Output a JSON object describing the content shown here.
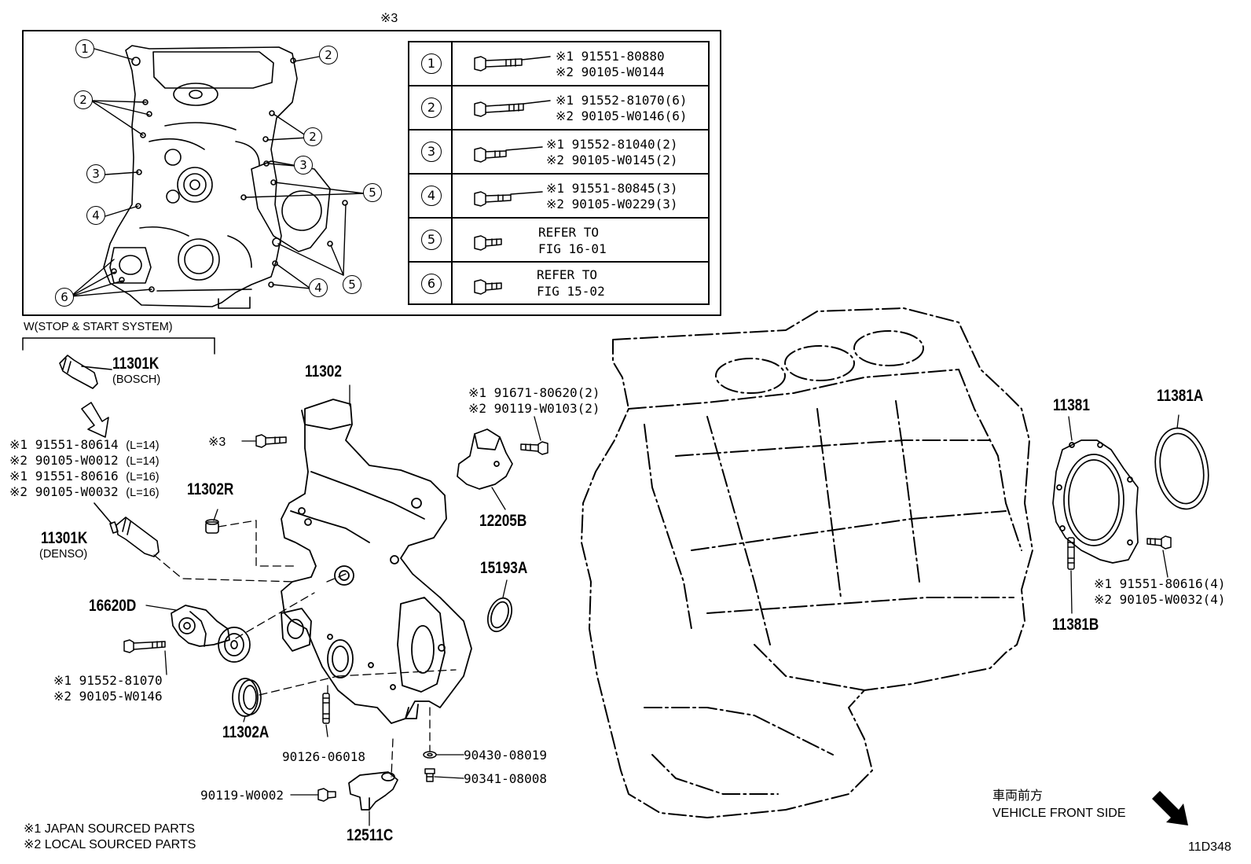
{
  "header_mark": "※3",
  "inset_callouts": [
    "1",
    "2",
    "2",
    "2",
    "3",
    "3",
    "4",
    "4",
    "5",
    "5",
    "6"
  ],
  "table": {
    "rows": [
      {
        "num": "1",
        "line1": "※1 91551-80880",
        "line2": "※2 90105-W0144"
      },
      {
        "num": "2",
        "line1": "※1 91552-81070(6)",
        "line2": "※2 90105-W0146(6)"
      },
      {
        "num": "3",
        "line1": "※1 91552-81040(2)",
        "line2": "※2 90105-W0145(2)"
      },
      {
        "num": "4",
        "line1": "※1 91551-80845(3)",
        "line2": "※2 90105-W0229(3)"
      },
      {
        "num": "5",
        "line1": "REFER TO",
        "line2": "FIG 16-01"
      },
      {
        "num": "6",
        "line1": "REFER TO",
        "line2": "FIG 15-02"
      }
    ]
  },
  "stop_start": {
    "title": "W(STOP & START SYSTEM)",
    "bosch_pn": "11301K",
    "bosch_maker": "(BOSCH)",
    "bolts": [
      {
        "mark": "※1",
        "pn": "91551-80614",
        "len": "(L=14)"
      },
      {
        "mark": "※2",
        "pn": "90105-W0012",
        "len": "(L=14)"
      },
      {
        "mark": "※1",
        "pn": "91551-80616",
        "len": "(L=16)"
      },
      {
        "mark": "※2",
        "pn": "90105-W0032",
        "len": "(L=16)"
      }
    ],
    "denso_pn": "11301K",
    "denso_maker": "(DENSO)"
  },
  "parts": {
    "p11302": "11302",
    "p11302R": "11302R",
    "p16620D": "16620D",
    "p11302A": "11302A",
    "p90126": "90126-06018",
    "p90119": "90119-W0002",
    "p12511C": "12511C",
    "p90430": "90430-08019",
    "p90341": "90341-08008",
    "p12205B": "12205B",
    "p15193A": "15193A",
    "p11381": "11381",
    "p11381A": "11381A",
    "p11381B": "11381B",
    "mark3": "※3",
    "bolt_12205B_1": "※1 91671-80620(2)",
    "bolt_12205B_2": "※2 90119-W0103(2)",
    "bolt_16620D_1": "※1 91552-81070",
    "bolt_16620D_2": "※2 90105-W0146",
    "bolt_11381_1": "※1 91551-80616(4)",
    "bolt_11381_2": "※2 90105-W0032(4)"
  },
  "legend": {
    "japan": "※1  JAPAN SOURCED PARTS",
    "local": "※2  LOCAL SOURCED PARTS"
  },
  "front": {
    "jp": "車両前方",
    "en": "VEHICLE FRONT SIDE"
  },
  "figure_code": "11D348"
}
